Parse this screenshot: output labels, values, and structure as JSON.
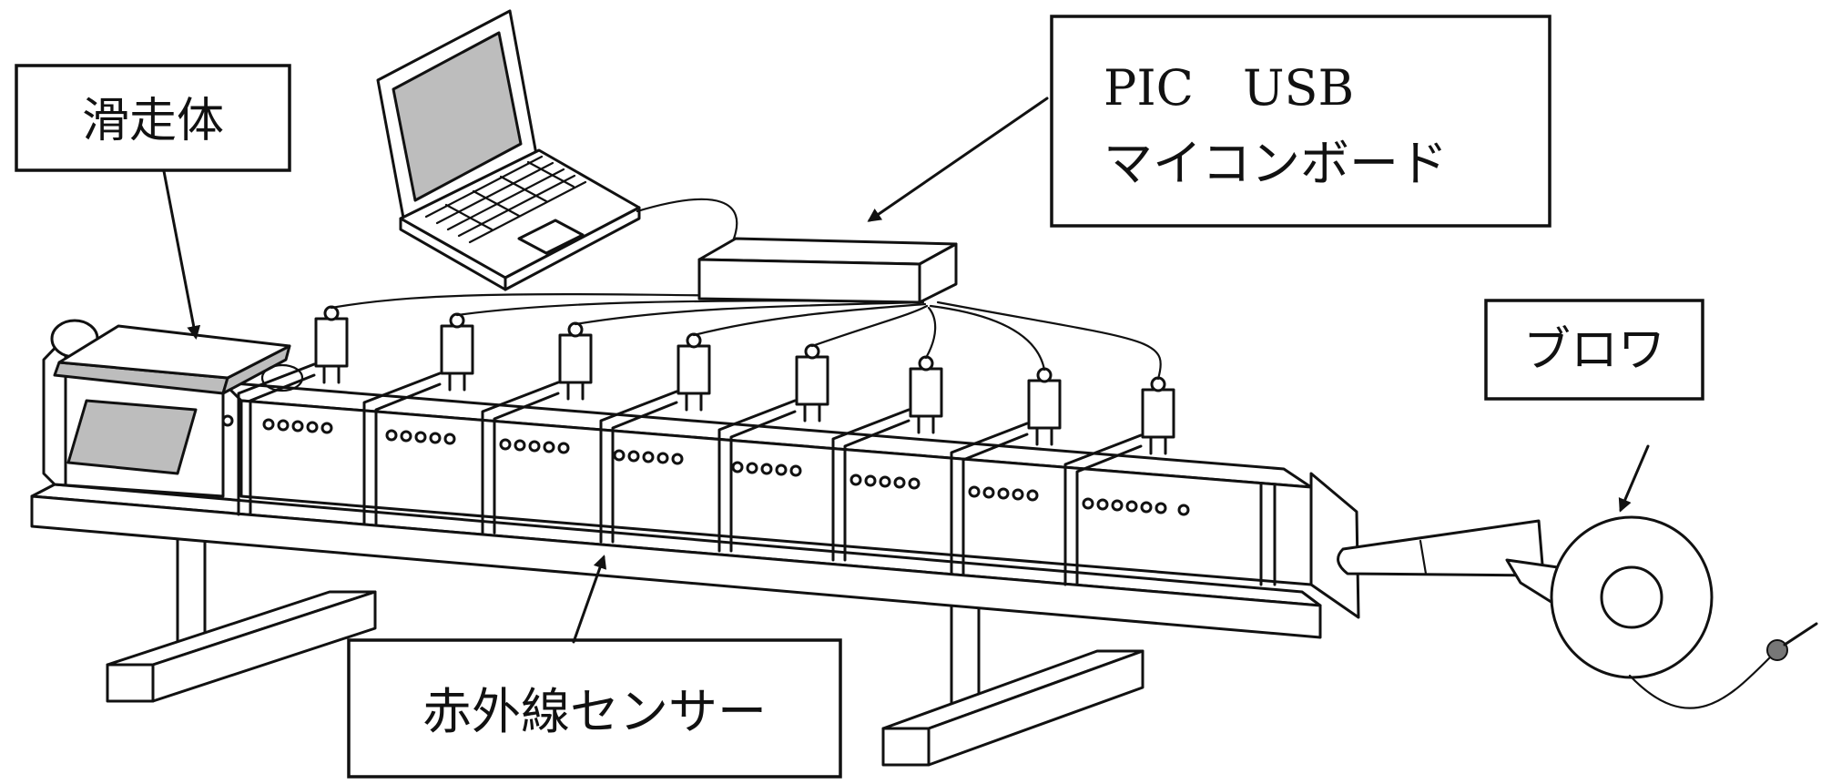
{
  "diagram": {
    "labels": {
      "slider": "滑走体",
      "pic_board_line1": "PIC　USB",
      "pic_board_line2": "マイコンボード",
      "blower": "ブロワ",
      "ir_sensor": "赤外線センサー"
    },
    "sensor_count": 8,
    "colors": {
      "line": "#111111",
      "fill": "#ffffff",
      "gray": "#bdbdbd"
    }
  }
}
